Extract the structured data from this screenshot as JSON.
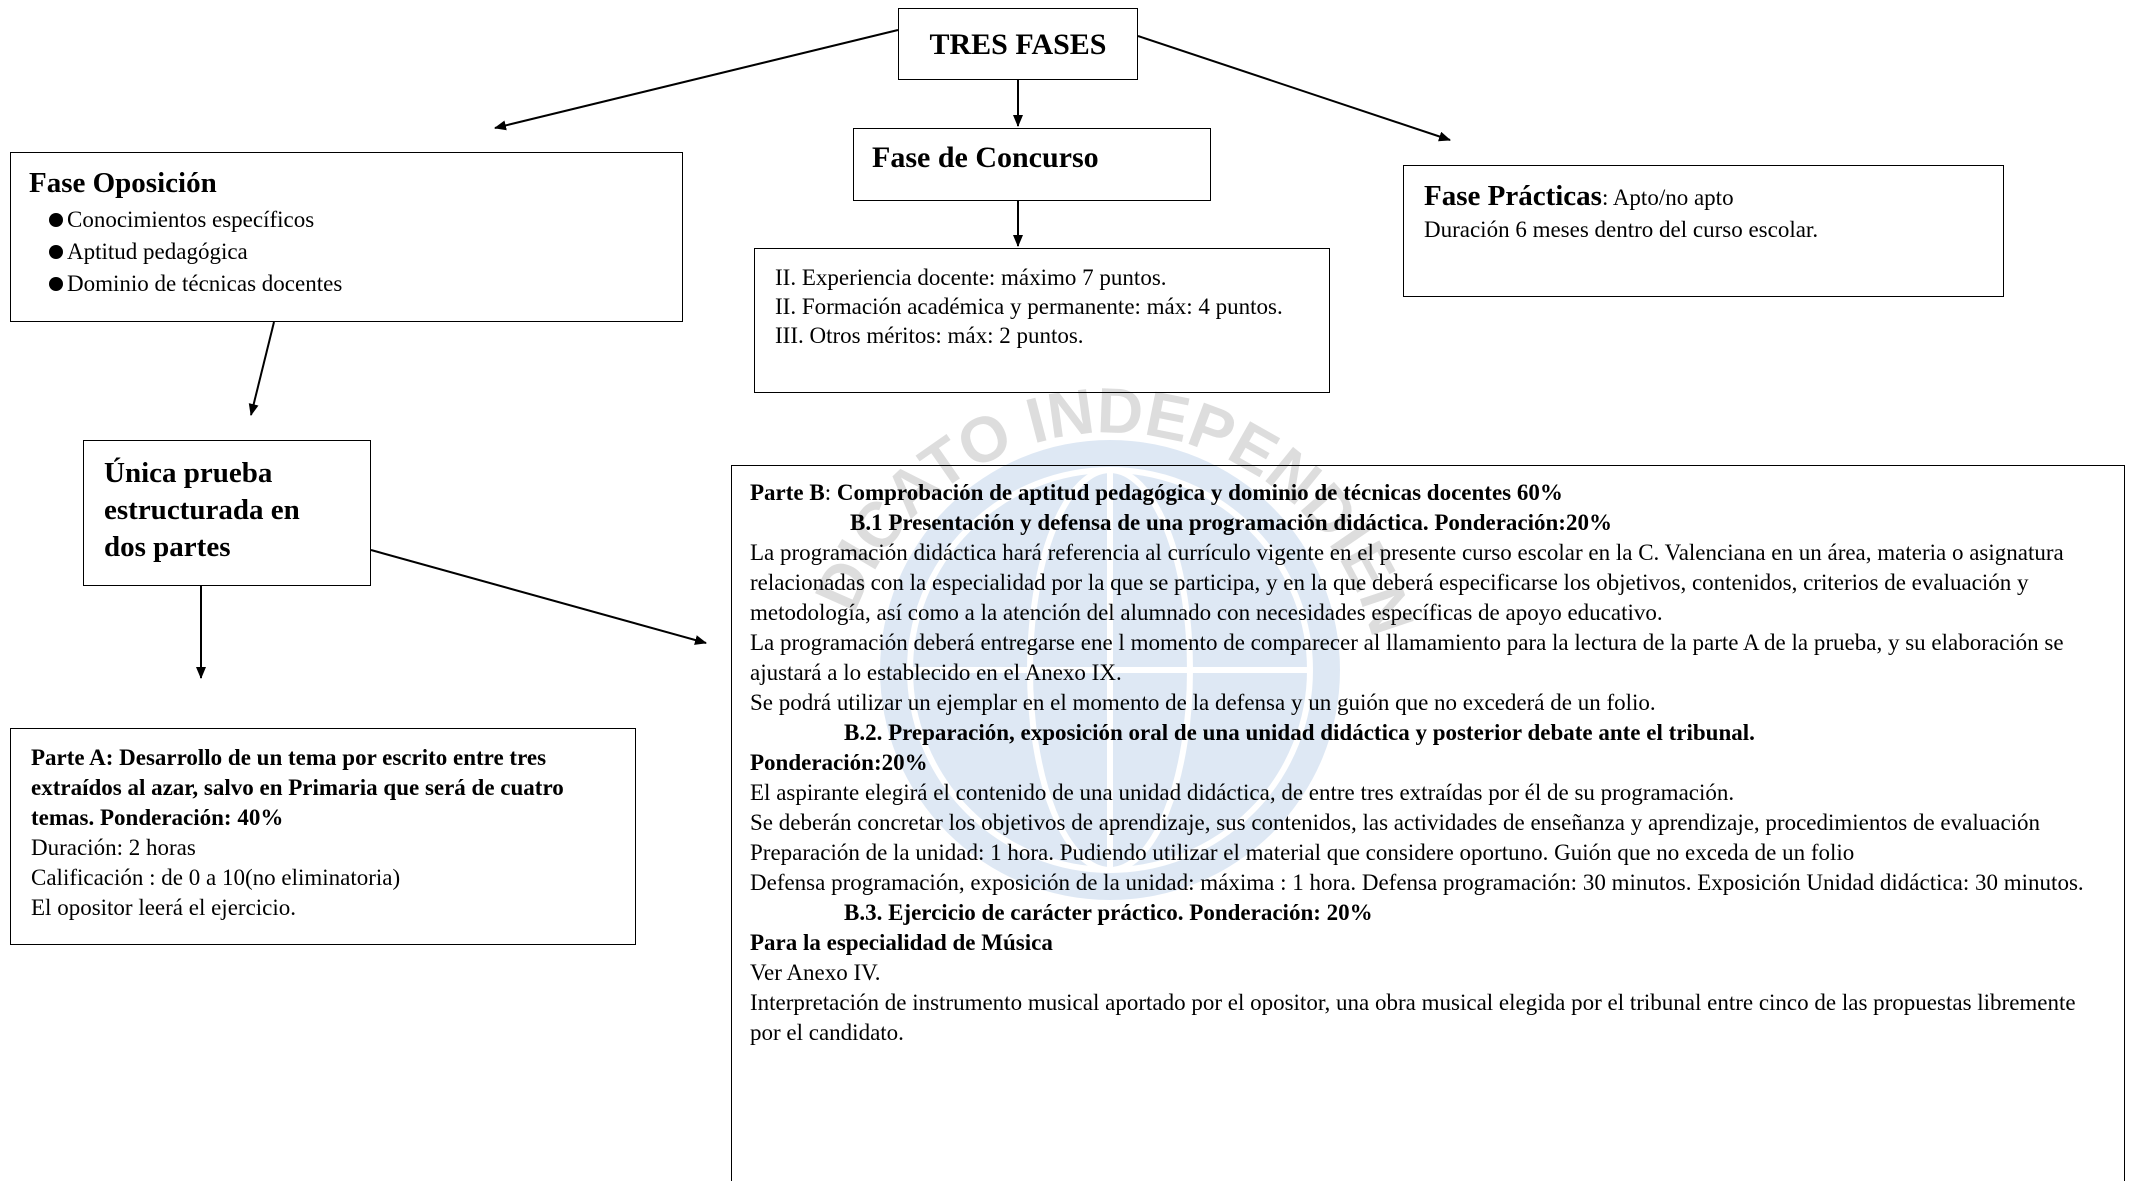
{
  "root": {
    "title": "TRES FASES"
  },
  "concurso": {
    "title": "Fase de Concurso",
    "items": [
      "II. Experiencia docente: máximo 7 puntos.",
      "II. Formación académica y permanente: máx: 4 puntos.",
      "III. Otros méritos: máx: 2 puntos."
    ]
  },
  "oposicion": {
    "title": "Fase Oposición",
    "items": [
      "Conocimientos específicos",
      "Aptitud pedagógica",
      "Dominio de técnicas docentes"
    ]
  },
  "practicas": {
    "title": "Fase Prácticas",
    "title_suffix": ": Apto/no apto",
    "duration": "Duración  6 meses dentro del curso escolar."
  },
  "unica": {
    "lines": [
      "Única prueba",
      "estructurada en",
      "dos partes"
    ]
  },
  "parte_a": {
    "heading": "Parte A: Desarrollo de un tema por escrito entre tres extraídos al azar, salvo en Primaria que será de cuatro temas. Ponderación: 40%",
    "lines": [
      "Duración: 2 horas",
      "Calificación : de 0 a 10(no eliminatoria)",
      "El opositor leerá el ejercicio."
    ]
  },
  "parte_b": {
    "label": "Parte B",
    "heading": "Comprobación de aptitud pedagógica y dominio de técnicas docentes 60%",
    "b1": {
      "heading": "B.1 Presentación y defensa de una programación didáctica. Ponderación:20%",
      "paragraphs": [
        "La programación didáctica hará referencia al currículo vigente en el presente curso escolar en la C. Valenciana en un área, materia o asignatura relacionadas con la especialidad por la que se participa, y en la que deberá especificarse los objetivos, contenidos, criterios de evaluación y metodología, así como a la atención del alumnado con necesidades específicas de apoyo educativo.",
        "La programación deberá entregarse ene l momento de comparecer al llamamiento para la lectura de la parte A de la prueba, y su elaboración se ajustará a lo establecido en el Anexo IX.",
        "Se podrá utilizar un ejemplar en el momento de la defensa y un guión que no excederá de un folio."
      ]
    },
    "b2": {
      "heading": "B.2. Preparación, exposición oral de una  unidad didáctica y posterior debate ante el tribunal.",
      "ponderacion": "Ponderación:20%",
      "paragraphs": [
        "El aspirante elegirá el contenido de una unidad didáctica, de entre tres extraídas por él  de su programación.",
        "Se deberán concretar los objetivos de aprendizaje, sus contenidos, las actividades de enseñanza y aprendizaje, procedimientos de evaluación",
        "Preparación de la unidad: 1 hora. Pudiendo utilizar el material que considere oportuno. Guión que no exceda de un folio",
        "Defensa programación, exposición de la unidad: máxima : 1 hora.  Defensa programación: 30 minutos. Exposición Unidad didáctica: 30 minutos."
      ]
    },
    "b3": {
      "heading": "B.3. Ejercicio de carácter práctico. Ponderación: 20%",
      "subheading": "Para la especialidad de Música",
      "paragraphs": [
        "Ver Anexo IV.",
        "Interpretación de instrumento musical aportado por el opositor, una obra musical elegida por el tribunal entre cinco de las propuestas libremente por el candidato."
      ]
    }
  },
  "watermark": {
    "text": "SINDICATO INDEPENDIENTE",
    "color": "#3a78c2"
  }
}
